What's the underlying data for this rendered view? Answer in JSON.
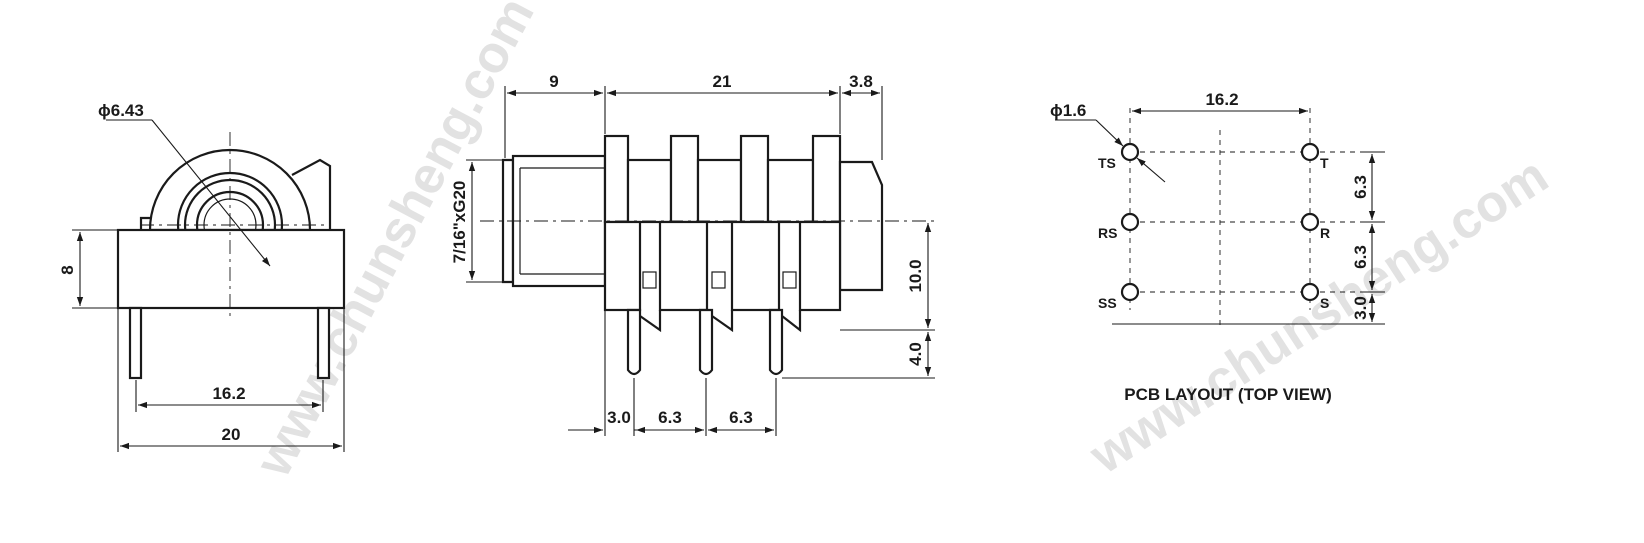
{
  "watermark": {
    "text": "www.chunsheng.com"
  },
  "front_view": {
    "dia_label": "ϕ6.43",
    "height_label": "8",
    "pin_pitch_label": "16.2",
    "width_label": "20"
  },
  "side_view": {
    "dim_left": "9",
    "dim_mid": "21",
    "dim_right": "3.8",
    "thread_label": "7/16\"xG20",
    "dim_10": "10.0",
    "dim_4": "4.0",
    "dim_b1": "3.0",
    "dim_b2": "6.3",
    "dim_b3": "6.3"
  },
  "pcb_layout": {
    "hole_label": "ϕ1.6",
    "pitch_label": "16.2",
    "pad_labels": {
      "ts": "TS",
      "rs": "RS",
      "ss": "SS",
      "t": "T",
      "r": "R",
      "s": "S"
    },
    "dim_v1": "6.3",
    "dim_v2": "6.3",
    "dim_v3": "3.0",
    "caption": "PCB LAYOUT (TOP VIEW)"
  }
}
